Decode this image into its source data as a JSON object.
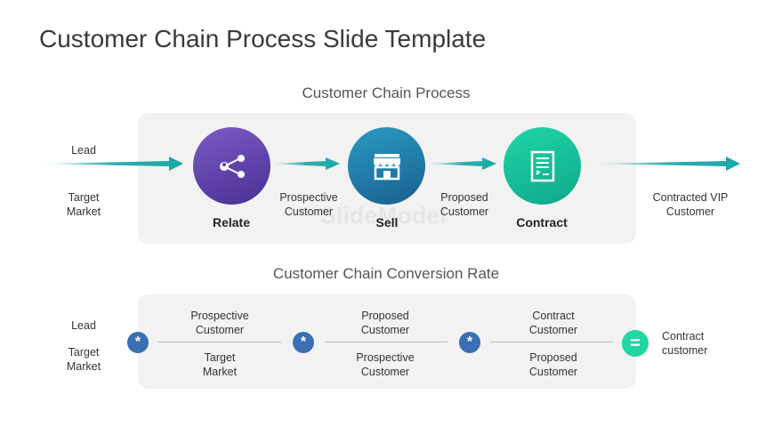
{
  "slide": {
    "title": "Customer Chain Process Slide Template"
  },
  "process": {
    "heading": "Customer Chain Process",
    "inputs": [
      "Lead",
      "Target",
      "Market"
    ],
    "stages": [
      {
        "label": "Relate",
        "icon": "share-icon",
        "color_from": "#7b5bc6",
        "color_to": "#4a2f93"
      },
      {
        "label": "Sell",
        "icon": "store-icon",
        "color_from": "#2a9bc4",
        "color_to": "#1a5f8f"
      },
      {
        "label": "Contract",
        "icon": "document-icon",
        "color_from": "#1fd6a4",
        "color_to": "#0ea88c"
      }
    ],
    "between": [
      {
        "line1": "Prospective",
        "line2": "Customer"
      },
      {
        "line1": "Proposed",
        "line2": "Customer"
      }
    ],
    "output": {
      "line1": "Contracted VIP",
      "line2": "Customer"
    },
    "arrow_color": "#1aa7a6"
  },
  "conversion": {
    "heading": "Customer Chain Conversion Rate",
    "inputs": [
      "Lead",
      "Target",
      "Market"
    ],
    "fractions": [
      {
        "num1": "Prospective",
        "num2": "Customer",
        "den1": "Target",
        "den2": "Market"
      },
      {
        "num1": "Proposed",
        "num2": "Customer",
        "den1": "Prospective",
        "den2": "Customer"
      },
      {
        "num1": "Contract",
        "num2": "Customer",
        "den1": "Proposed",
        "den2": "Customer"
      }
    ],
    "operator_multiply": "*",
    "operator_equals": "=",
    "result": {
      "line1": "Contract",
      "line2": "customer"
    },
    "multiply_color": "#3b6fb3",
    "equals_color": "#1fd6a4"
  },
  "watermark": "SlideModel"
}
